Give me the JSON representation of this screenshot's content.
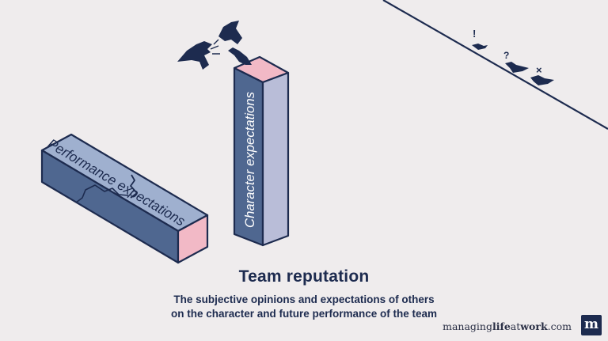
{
  "diagram": {
    "horizontal_bar_label": "Performance expectations",
    "vertical_bar_label": "Character expectations",
    "marks": {
      "exclaim": "!",
      "question": "?",
      "cross": "×"
    }
  },
  "caption": {
    "title": "Team reputation",
    "line1": "The subjective opinions and expectations of others",
    "line2": "on the character and future performance of the team"
  },
  "brand": {
    "part1": "managing",
    "part2": "life",
    "part3": "at",
    "part4": "work",
    "part5": ".com",
    "logo_letter": "m"
  },
  "colors": {
    "background": "#efeced",
    "navy": "#1d2b4f",
    "bar_front": "#4f6790",
    "bar_top": "#9fb0cf",
    "bar_light": "#b9bdd8",
    "bar_end": "#f2b9c6"
  }
}
